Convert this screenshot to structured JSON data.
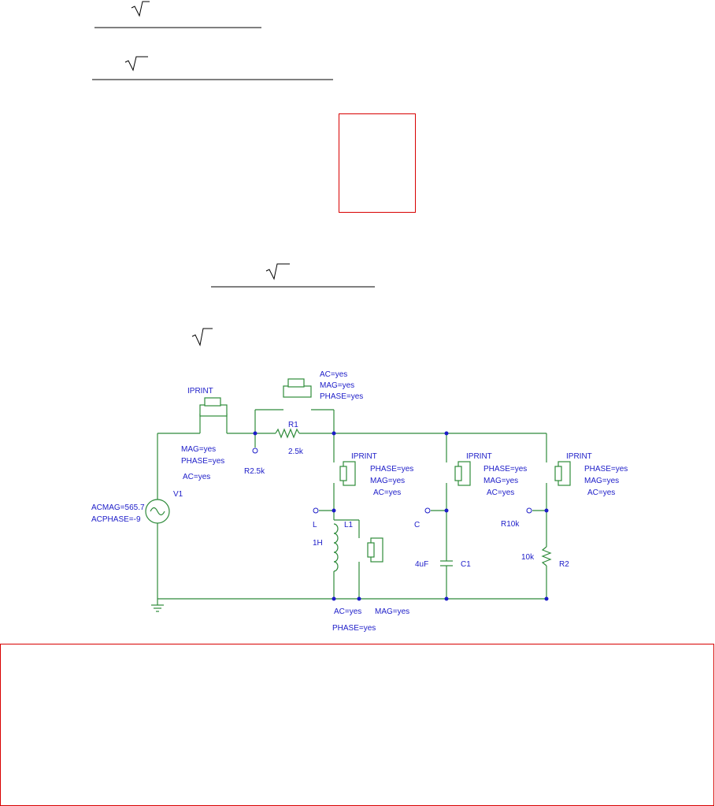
{
  "colors": {
    "wire": "#2e8b3a",
    "text": "#1c1cc8",
    "box_border": "#d80000",
    "node": "#1c1cc8",
    "probe": "#2e8b3a"
  },
  "schematic": {
    "source": {
      "ref": "V1",
      "acmag": "ACMAG=565.7",
      "acphase": "ACPHASE=-9"
    },
    "probe_main": {
      "name": "IPRINT",
      "mag": "MAG=yes",
      "phase": "PHASE=yes",
      "ac": "AC=yes"
    },
    "probe_r1": {
      "ac": "AC=yes",
      "mag": "MAG=yes",
      "phase": "PHASE=yes"
    },
    "r1": {
      "ref": "R1",
      "value": "2.5k",
      "node_label": "R2.5k"
    },
    "probe_l": {
      "name": "IPRINT",
      "phase": "PHASE=yes",
      "mag": "MAG=yes",
      "ac": "AC=yes"
    },
    "inductor": {
      "node_label": "L",
      "ref": "L1",
      "value": "1H"
    },
    "probe_l_bottom": {
      "ac": "AC=yes",
      "mag": "MAG=yes",
      "phase": "PHASE=yes"
    },
    "probe_c": {
      "name": "IPRINT",
      "phase": "PHASE=yes",
      "mag": "MAG=yes",
      "ac": "AC=yes"
    },
    "capacitor": {
      "node_label": "C",
      "ref": "C1",
      "value": "4uF"
    },
    "probe_r2": {
      "name": "IPRINT",
      "phase": "PHASE=yes",
      "mag": "MAG=yes",
      "ac": "AC=yes"
    },
    "r2": {
      "node_label": "R10k",
      "ref": "R2",
      "value": "10k"
    }
  }
}
